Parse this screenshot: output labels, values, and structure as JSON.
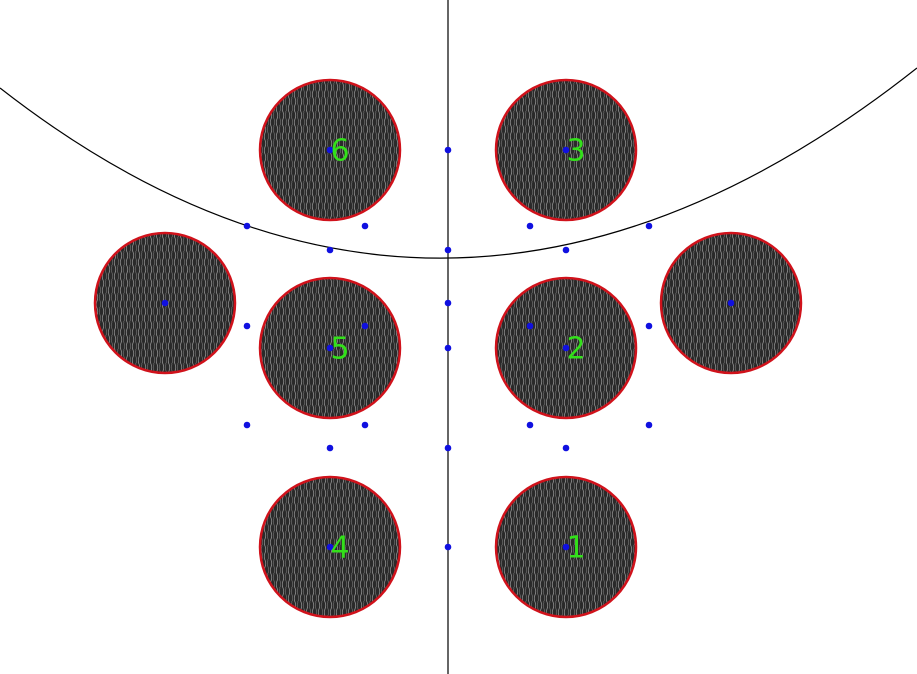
{
  "colors": {
    "background": "#ffffff",
    "circle_fill": "#2a2a2a",
    "circle_texture": "#9a9a9a",
    "circle_stroke": "#d0121b",
    "point": "#1010e0",
    "label": "#33e01a",
    "line": "#000000"
  },
  "circles": [
    {
      "label": "6"
    },
    {
      "label": "3"
    },
    {
      "label": ""
    },
    {
      "label": "5"
    },
    {
      "label": "2"
    },
    {
      "label": ""
    },
    {
      "label": "4"
    },
    {
      "label": "1"
    }
  ]
}
